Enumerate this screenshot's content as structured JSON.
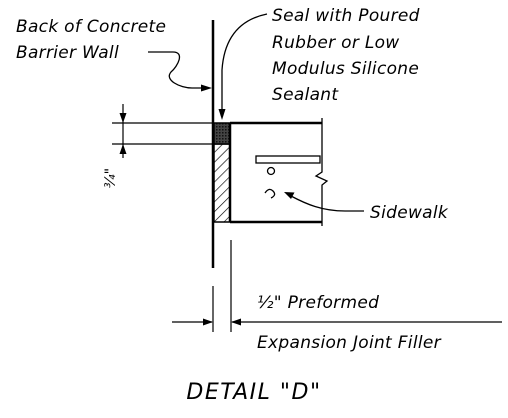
{
  "labels": {
    "back_wall_line1": "Back of Concrete",
    "back_wall_line2": "Barrier Wall",
    "seal_line1": "Seal with Poured",
    "seal_line2": "Rubber or Low",
    "seal_line3": "Modulus Silicone",
    "seal_line4": "Sealant",
    "sidewalk": "Sidewalk",
    "filler_line1": "½\" Preformed",
    "filler_line2": "Expansion Joint Filler",
    "dimension": "¾\""
  },
  "title": "DETAIL \"D\""
}
